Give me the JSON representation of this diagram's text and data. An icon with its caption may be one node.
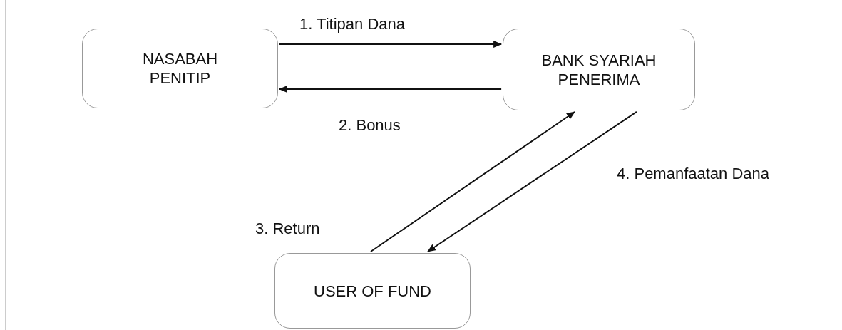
{
  "diagram": {
    "nodes": [
      {
        "text": [
          "NASABAH PENITIP"
        ]
      },
      {
        "text": [
          "BANK SYARIAH PENERIMA"
        ]
      },
      {
        "text": [
          "USER OF FUND"
        ]
      }
    ],
    "edges": [
      {
        "from": 0,
        "to": 1,
        "arrow": "to",
        "label": "1. Titipan Dana"
      },
      {
        "from": 1,
        "to": 0,
        "arrow": "to",
        "label": "2. Bonus"
      },
      {
        "from": 2,
        "to": 1,
        "arrow": "to",
        "label": "3. Return"
      },
      {
        "from": 1,
        "to": 2,
        "arrow": "to",
        "label": "4. Pemanfaatan Dana"
      }
    ]
  }
}
